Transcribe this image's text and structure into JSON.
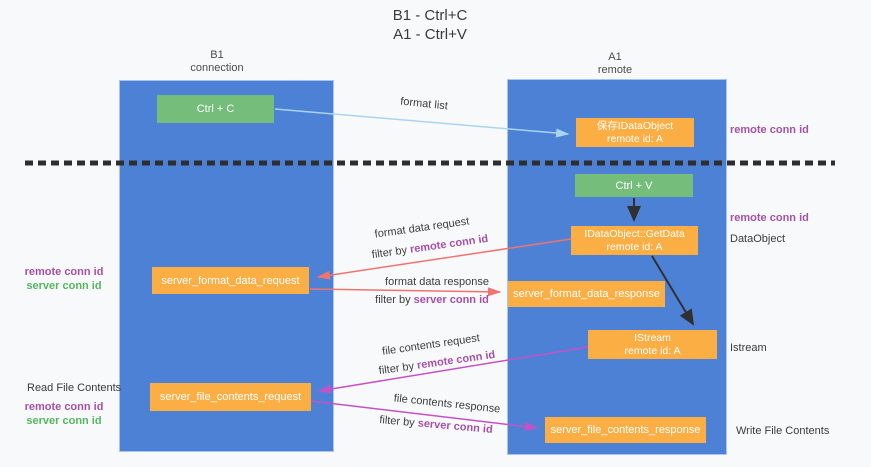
{
  "title": {
    "line1": "B1 - Ctrl+C",
    "line2": "A1 - Ctrl+V"
  },
  "columns": {
    "left": {
      "name": "B1",
      "role": "connection"
    },
    "right": {
      "name": "A1",
      "role": "remote"
    }
  },
  "nodes": {
    "ctrl_c": {
      "label": "Ctrl + C"
    },
    "save_dataobject": {
      "line1": "保存IDataObject",
      "line2": "remote id: A"
    },
    "ctrl_v": {
      "label": "Ctrl + V"
    },
    "getdata": {
      "line1": "IDataObject::GetData",
      "line2": "remote id: A"
    },
    "format_request": {
      "label": "server_format_data_request"
    },
    "format_response": {
      "label": "server_format_data_response"
    },
    "istream": {
      "line1": "IStream",
      "line2": "remote id: A"
    },
    "file_request": {
      "label": "server_file_contents_request"
    },
    "file_response": {
      "label": "server_file_contents_response"
    }
  },
  "arrow_labels": {
    "format_list": "format list",
    "format_data_request": "format data request",
    "format_data_response": "format data response",
    "file_contents_request": "file contents request",
    "file_contents_response": "file contents response",
    "filter_by": "filter by",
    "remote_conn_id": "remote conn id",
    "server_conn_id": "server conn id"
  },
  "side_labels": {
    "remote_conn_id": "remote conn id",
    "server_conn_id": "server conn id",
    "read_file_contents": "Read File Contents",
    "write_file_contents": "Write File Contents",
    "dataobject": "DataObject",
    "istream": "Istream"
  },
  "colors": {
    "column_blue": "#4d81d6",
    "box_orange": "#fbae44",
    "box_green": "#74bd7a",
    "arrow_blue": "#aad4f2",
    "arrow_red": "#f0736f",
    "arrow_magenta": "#c651c6",
    "label_purple": "#a651a8",
    "label_green": "#55b65f",
    "dashed_line": "#2e2e2e"
  }
}
